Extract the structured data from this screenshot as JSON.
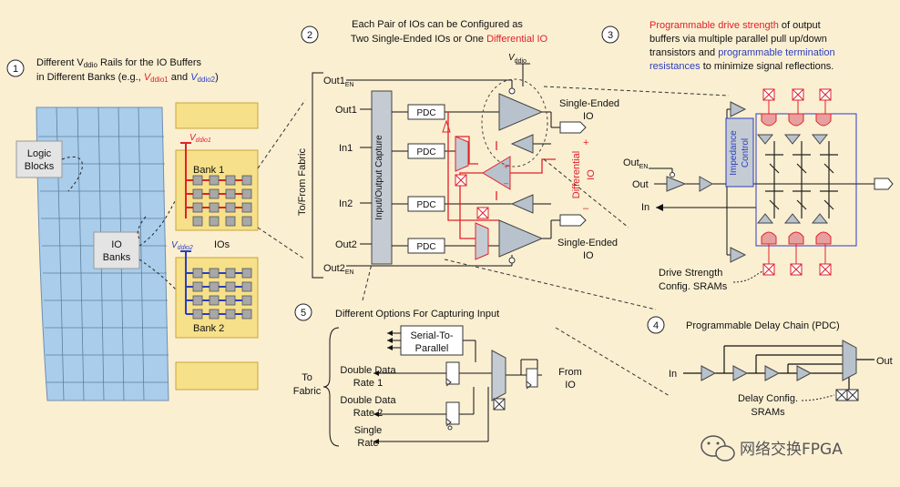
{
  "colors": {
    "background": "#fbefd2",
    "fabric": "#a9cdeb",
    "bank_fill": "#f6e08a",
    "red_wire": "#e0202a",
    "blue_wire": "#2a3ec0",
    "buffer_fill": "#b8c2cc"
  },
  "steps": {
    "s1": "1",
    "s2": "2",
    "s3": "3",
    "s4": "4",
    "s5": "5"
  },
  "section1": {
    "line1_pre": "Different V",
    "line1_sub": "ddio",
    "line1_post": " Rails for the IO Buffers",
    "line2_pre": "in Different Banks (e.g., ",
    "vddio1_v": "V",
    "vddio1_sub": "ddio1",
    "and": " and ",
    "vddio2_v": "V",
    "vddio2_sub": "ddio2",
    "close": ")",
    "logic_blocks_1": "Logic",
    "logic_blocks_2": "Blocks",
    "io_banks_1": "IO",
    "io_banks_2": "Banks",
    "bank1": "Bank 1",
    "bank2": "Bank 2",
    "ios": "IOs"
  },
  "section2": {
    "title_1": "Each Pair of IOs can be Configured as",
    "title_2_pre": "Two Single-Ended IOs or One ",
    "title_2_red": "Differential IO",
    "vddio_v": "V",
    "vddio_sub": "ddio",
    "out1en": "Out1",
    "out1en_sub": "EN",
    "out1": "Out1",
    "in1": "In1",
    "in2": "In2",
    "out2": "Out2",
    "out2en": "Out2",
    "out2en_sub": "EN",
    "pdc": "PDC",
    "capture": "Input/Output Capture",
    "fabric_side": "To/From Fabric",
    "single_ended": "Single-Ended",
    "io": "IO",
    "differential": "Differential",
    "plus": "+",
    "minus": "–"
  },
  "section3": {
    "l1_red": "Programmable drive strength",
    "l1_post": " of output",
    "l2": "buffers via multiple parallel pull up/down",
    "l3_pre": "transistors and ",
    "l3_blue": "programmable termination",
    "l4_blue": "resistances",
    "l4_post": " to minimize signal reflections.",
    "out_en": "Out",
    "out_en_sub": "EN",
    "out": "Out",
    "in": "In",
    "impedance_1": "Impedance",
    "impedance_2": "Control",
    "drive_1": "Drive Strength",
    "drive_2": "Config. SRAMs"
  },
  "section4": {
    "title": "Programmable Delay Chain (PDC)",
    "in": "In",
    "out": "Out",
    "cfg_1": "Delay Config.",
    "cfg_2": "SRAMs"
  },
  "section5": {
    "title": "Different Options For Capturing Input",
    "s2p_1": "Serial-To-",
    "s2p_2": "Parallel",
    "to_fabric_1": "To",
    "to_fabric_2": "Fabric",
    "ddr1_1": "Double Data",
    "ddr1_2": "Rate 1",
    "ddr2_1": "Double Data",
    "ddr2_2": "Rate 2",
    "sr_1": "Single",
    "sr_2": "Rate",
    "from_io_1": "From",
    "from_io_2": "IO"
  },
  "watermark": "网络交换FPGA"
}
